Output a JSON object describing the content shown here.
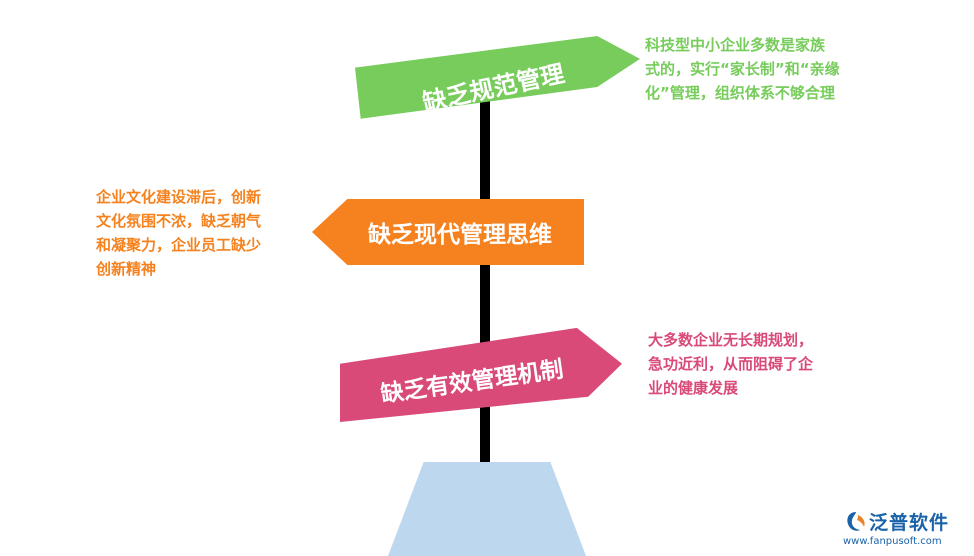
{
  "colors": {
    "green": "#77cc5c",
    "orange": "#f5821f",
    "pink": "#d94a78",
    "pole": "#000000",
    "base": "#bdd7ee",
    "logo_blue": "#1a63a8"
  },
  "signs": [
    {
      "label": "缺乏规范管理",
      "direction": "right"
    },
    {
      "label": "缺乏现代管理思维",
      "direction": "left"
    },
    {
      "label": "缺乏有效管理机制",
      "direction": "right"
    }
  ],
  "notes": [
    {
      "lines": [
        "科技型中小企业多数是家族",
        "式的，实行“家长制”和“亲缘",
        "化”管理，组织体系不够合理"
      ]
    },
    {
      "lines": [
        "企业文化建设滞后，创新",
        "文化氛围不浓，缺乏朝气",
        "和凝聚力，企业员工缺少",
        "创新精神"
      ]
    },
    {
      "lines": [
        "大多数企业无长期规划，",
        "急功近利，从而阻碍了企",
        "业的健康发展"
      ]
    }
  ],
  "logo": {
    "name": "泛普软件",
    "url": "www.fanpusoft.com",
    "icon": "fanpu-logo-icon"
  }
}
